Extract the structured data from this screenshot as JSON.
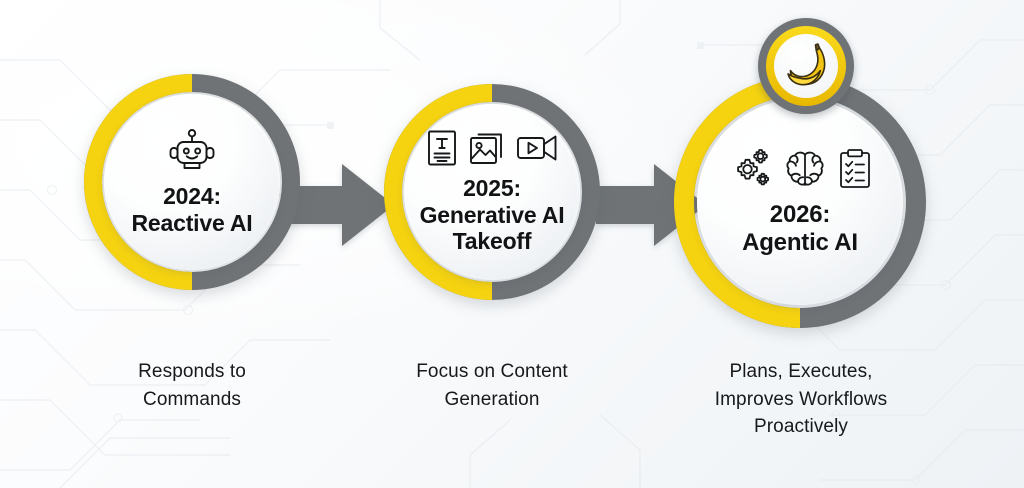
{
  "theme": {
    "yellow": "#f5d311",
    "yellow_dark": "#e0b500",
    "gray": "#6f7376",
    "gray_dark": "#5d6164",
    "text": "#17191b",
    "background": "#f2f5f7"
  },
  "infographic": {
    "type": "timeline-progression",
    "background_pattern": "circuit-board-lines"
  },
  "stages": [
    {
      "id": "stage-2024",
      "title_line1": "2024:",
      "title_line2": "Reactive AI",
      "caption_line1": "Responds to",
      "caption_line2": "Commands",
      "caption_line3": "",
      "icons": [
        "robot-icon"
      ],
      "ring_yellow_portion": "left-half",
      "badge": null
    },
    {
      "id": "stage-2025",
      "title_line1": "2025:",
      "title_line2": "Generative AI",
      "title_line3": "Takeoff",
      "caption_line1": "Focus on Content",
      "caption_line2": "Generation",
      "caption_line3": "",
      "icons": [
        "text-document-icon",
        "image-icon",
        "video-camera-icon"
      ],
      "ring_yellow_portion": "left-half",
      "badge": null
    },
    {
      "id": "stage-2026",
      "title_line1": "2026:",
      "title_line2": "Agentic AI",
      "caption_line1": "Plans, Executes,",
      "caption_line2": "Improves Workflows",
      "caption_line3": "Proactively",
      "icons": [
        "gears-icon",
        "brain-icon",
        "clipboard-checklist-icon"
      ],
      "ring_yellow_portion": "left-half",
      "badge": "banana-badge"
    }
  ],
  "connectors": [
    {
      "id": "arrow-1",
      "from": "stage-2024",
      "to": "stage-2025",
      "icon": "right-arrow-icon"
    },
    {
      "id": "arrow-2",
      "from": "stage-2025",
      "to": "stage-2026",
      "icon": "right-arrow-icon"
    }
  ]
}
